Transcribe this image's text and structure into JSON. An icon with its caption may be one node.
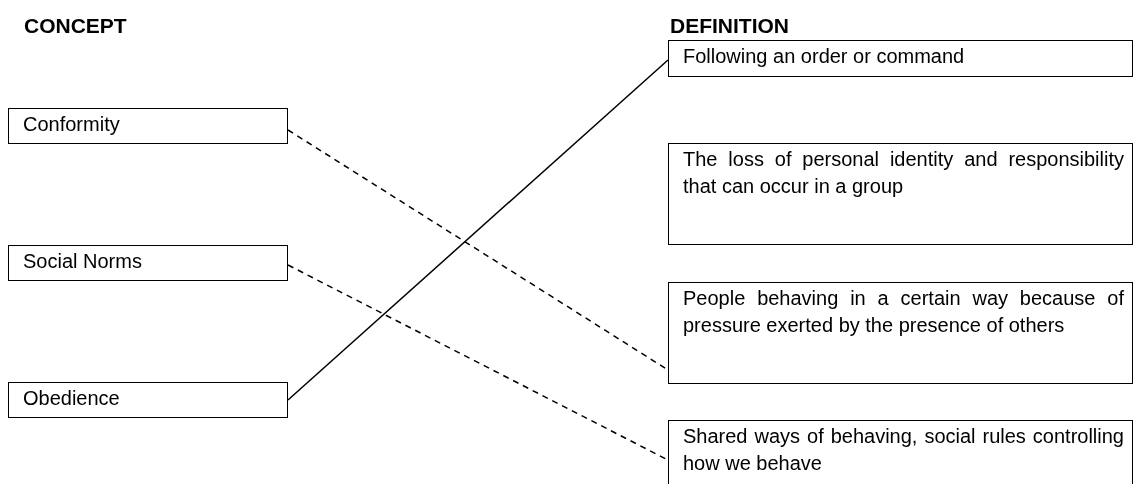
{
  "diagram": {
    "nodes": [
      {
        "text": [
          "Conformity"
        ]
      },
      {
        "text": [
          "Social Norms"
        ]
      },
      {
        "text": [
          "Obedience"
        ]
      },
      {
        "text": [
          "Following an order or command"
        ]
      },
      {
        "text": [
          "The loss of personal identity and responsibility that can occur in a group"
        ]
      },
      {
        "text": [
          "People behaving in a certain way because of pressure exerted by the presence of others"
        ]
      },
      {
        "text": [
          "Shared ways of behaving, social rules controlling how we behave"
        ]
      }
    ],
    "edges": [
      {
        "from": 0,
        "to": 5,
        "arrow": "none",
        "style": "dashed"
      },
      {
        "from": 1,
        "to": 6,
        "arrow": "none",
        "style": "dashed"
      },
      {
        "from": 2,
        "to": 3,
        "arrow": "none"
      }
    ],
    "labels": [
      "CONCEPT",
      "DEFINITION"
    ]
  }
}
